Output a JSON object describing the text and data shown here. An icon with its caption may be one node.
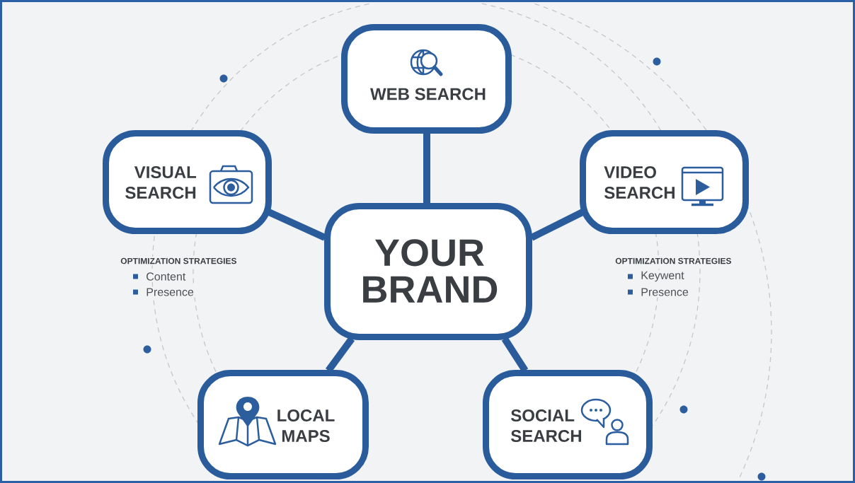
{
  "diagram": {
    "nodes": [
      {
        "text": [
          "WEB SEARCH"
        ]
      },
      {
        "text": [
          "VISUAL SEARCH"
        ],
        "beside": [
          "OPTIMIZATION STRATEGIES",
          "Content",
          "Presence"
        ]
      },
      {
        "text": [
          "VIDEO SEARCH"
        ],
        "beside": [
          "OPTIMIZATION STRATEGIES",
          "Keywent",
          "Presence"
        ]
      },
      {
        "text": [
          "YOUR BRAND"
        ]
      },
      {
        "text": [
          "LOCAL MAPS"
        ]
      },
      {
        "text": [
          "SOCIAL SEARCH"
        ]
      }
    ],
    "edges": [
      {
        "from": 3,
        "to": 0,
        "arrow": "none"
      },
      {
        "from": 3,
        "to": 1,
        "arrow": "none"
      },
      {
        "from": 3,
        "to": 2,
        "arrow": "none"
      },
      {
        "from": 3,
        "to": 4,
        "arrow": "none"
      },
      {
        "from": 3,
        "to": 5,
        "arrow": "none"
      }
    ]
  }
}
